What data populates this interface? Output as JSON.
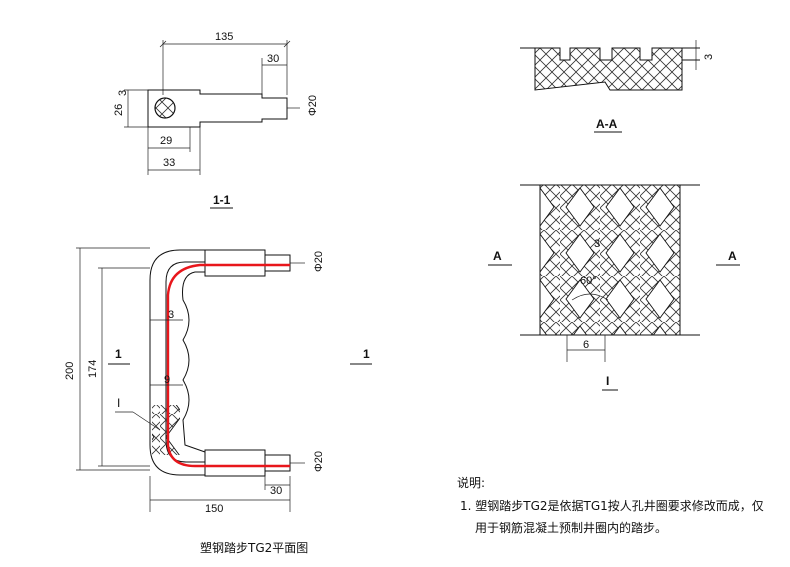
{
  "colors": {
    "line": "#111111",
    "rebar": "#e8161b",
    "background": "#ffffff"
  },
  "section_1_1": {
    "dims": {
      "len_135": "135",
      "len_30": "30",
      "h_26": "26",
      "h_3": "3",
      "w_29": "29",
      "w_33": "33",
      "dia_20": "Φ20"
    },
    "label": "1-1"
  },
  "plan": {
    "dims": {
      "h_200": "200",
      "h_174": "174",
      "w_150": "150",
      "w_30": "30",
      "dia_top": "Φ20",
      "dia_bottom": "Φ20",
      "d_3": "3",
      "d_9": "9"
    },
    "cut_left": "1",
    "cut_right": "1",
    "detail_ref": "I",
    "title": "塑钢踏步TG2平面图"
  },
  "section_a_a": {
    "dim_3": "3",
    "label": "A-A"
  },
  "detail_i": {
    "cut_left": "A",
    "cut_right": "A",
    "dim_3": "3",
    "angle": "60°",
    "dim_6": "6",
    "label": "I"
  },
  "notes": {
    "heading": "说明:",
    "line1": "1. 塑钢踏步TG2是依据TG1按人孔井圈要求修改而成，仅",
    "line2": "用于钢筋混凝土预制井圈内的踏步。"
  }
}
